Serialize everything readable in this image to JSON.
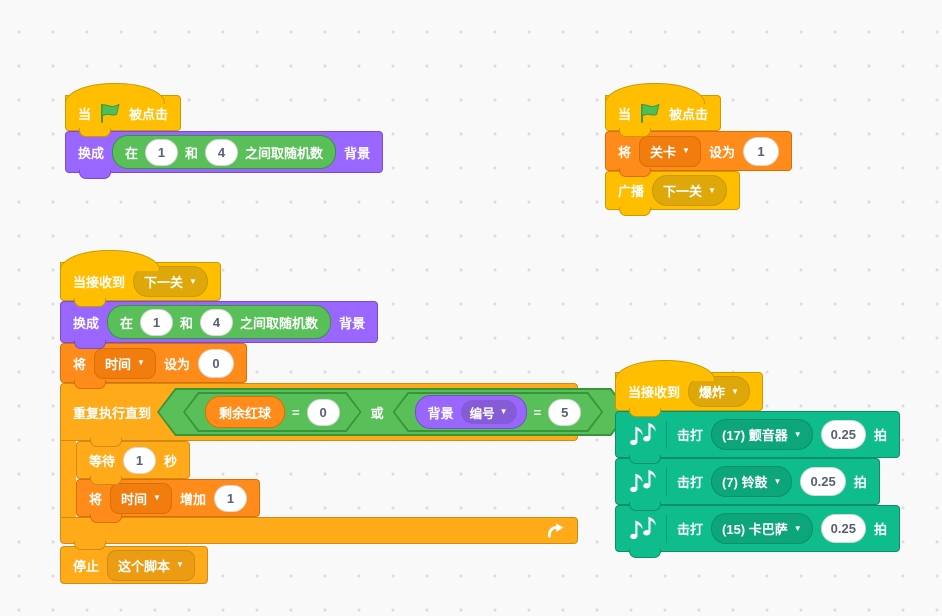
{
  "app_context": "Scratch block-programming code workspace (Chinese locale)",
  "colors": {
    "events_yellow": "#FFBF00",
    "events_border": "#CC9900",
    "control_amber": "#FFAB19",
    "control_border": "#CF8B17",
    "variables_orange": "#FF8C1A",
    "variables_border": "#DB6E00",
    "looks_purple": "#9966FF",
    "looks_border": "#774DCB",
    "operators_green": "#59C059",
    "operators_border": "#389438",
    "music_teal": "#0FBD8C",
    "music_border": "#0B8E69",
    "flag_green": "#4CBF56",
    "canvas_bg": "#F9F9F9",
    "input_text": "#575E75"
  },
  "script1": {
    "hat": {
      "pre": "当",
      "post": "被点击"
    },
    "switch_backdrop": {
      "prefix": "换成",
      "suffix": "背景",
      "random": {
        "in": "在",
        "min": "1",
        "and": "和",
        "max": "4",
        "rest": "之间取随机数"
      }
    }
  },
  "script2": {
    "hat": {
      "pre": "当",
      "post": "被点击"
    },
    "set_var": {
      "set": "将",
      "variable": "关卡",
      "to": "设为",
      "value": "1"
    },
    "broadcast": {
      "label": "广播",
      "message": "下一关"
    }
  },
  "script3": {
    "hat": {
      "label": "当接收到",
      "message": "下一关"
    },
    "switch_backdrop": {
      "prefix": "换成",
      "suffix": "背景",
      "random": {
        "in": "在",
        "min": "1",
        "and": "和",
        "max": "4",
        "rest": "之间取随机数"
      }
    },
    "set_var": {
      "set": "将",
      "variable": "时间",
      "to": "设为",
      "value": "0"
    },
    "repeat_until": {
      "label": "重复执行直到",
      "left": {
        "variable": "剩余红球",
        "op": "=",
        "value": "0"
      },
      "or": "或",
      "right": {
        "reporter": "背景",
        "field": "编号",
        "op": "=",
        "value": "5"
      }
    },
    "wait": {
      "pre": "等待",
      "value": "1",
      "post": "秒"
    },
    "change_var": {
      "set": "将",
      "variable": "时间",
      "by": "增加",
      "value": "1"
    },
    "stop": {
      "label": "停止",
      "option": "这个脚本"
    }
  },
  "script4": {
    "hat": {
      "label": "当接收到",
      "message": "爆炸"
    },
    "drums": [
      {
        "label": "击打",
        "drum": "(17) 颤音器",
        "beats": "0.25",
        "unit": "拍"
      },
      {
        "label": "击打",
        "drum": "(7) 铃鼓",
        "beats": "0.25",
        "unit": "拍"
      },
      {
        "label": "击打",
        "drum": "(15) 卡巴萨",
        "beats": "0.25",
        "unit": "拍"
      }
    ]
  }
}
